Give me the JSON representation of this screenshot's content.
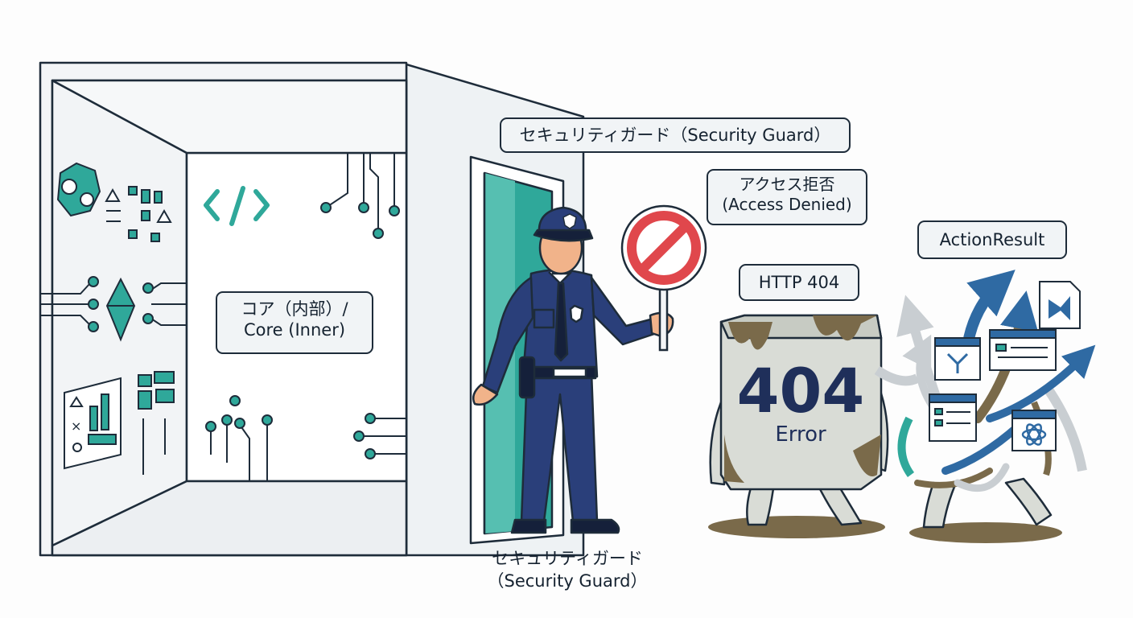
{
  "labels": {
    "guard_top": "セキュリティガード（Security Guard）",
    "access_denied_jp": "アクセス拒否",
    "access_denied_en": "(Access Denied)",
    "action_result": "ActionResult",
    "http_404": "HTTP 404",
    "core_jp": "コア（内部）/",
    "core_en": "Core (Inner)",
    "guard_bottom_jp": "セキュリティガード",
    "guard_bottom_en": "（Security Guard）"
  },
  "monster": {
    "big_text": "404",
    "sub_text": "Error"
  },
  "icons": {
    "code": "code-brackets-icon",
    "no_entry": "no-entry-sign-icon",
    "vscode": "vscode-icon"
  },
  "colors": {
    "outline": "#1e2c3a",
    "teal": "#2fa89a",
    "navy": "#2a3f7a",
    "steel_blue": "#2f6aa3",
    "mud": "#7a6a4a",
    "stop_red": "#e0474c",
    "label_bg": "#f1f4f6"
  }
}
